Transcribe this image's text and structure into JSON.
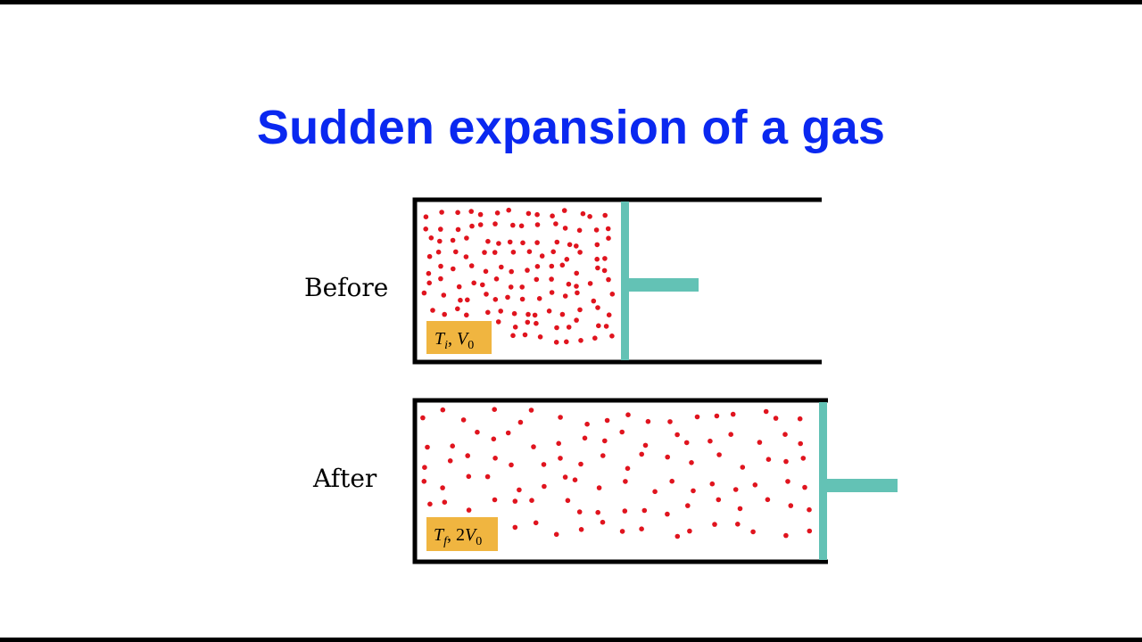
{
  "title": "Sudden expansion of a gas",
  "colors": {
    "title": "#0a28f0",
    "particle": "#e0141e",
    "piston": "#63c2b5",
    "label_box": "#f0b540",
    "wall": "#000000"
  },
  "before": {
    "label": "Before",
    "state": {
      "T": "T",
      "T_sub": "i",
      "sep": ", ",
      "V_coef": "",
      "V": "V",
      "V_sub": "0"
    }
  },
  "after": {
    "label": "After",
    "state": {
      "T": "T",
      "T_sub": "f",
      "sep": ", ",
      "V_coef": "2",
      "V": "V",
      "V_sub": "0"
    }
  }
}
